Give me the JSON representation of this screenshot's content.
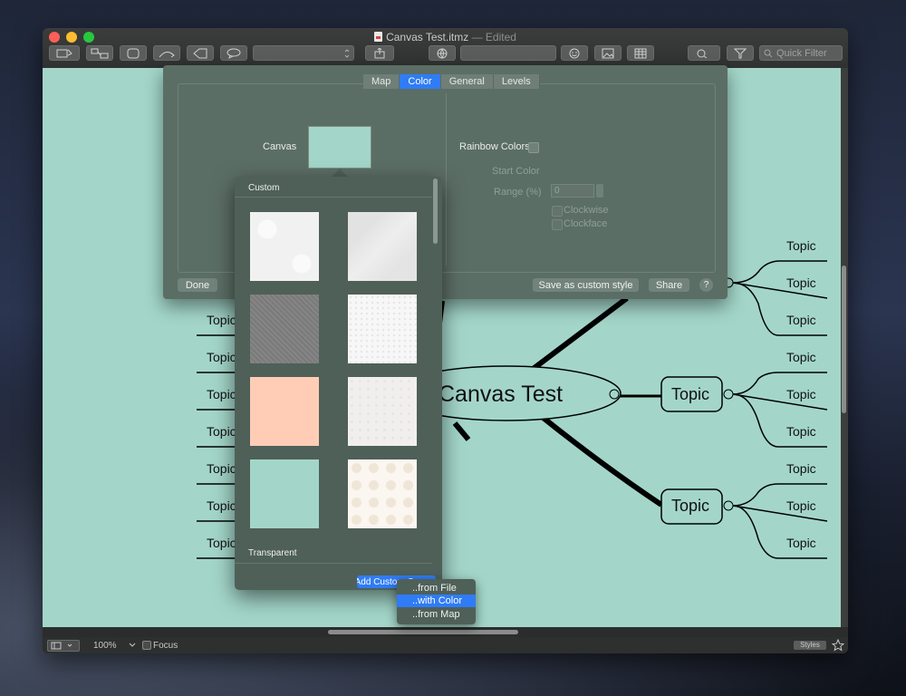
{
  "window": {
    "title": "Canvas Test.itmz",
    "edited": "— Edited"
  },
  "toolbar": {
    "quick_filter_placeholder": "Quick Filter"
  },
  "map": {
    "central_topic": "Canvas Test",
    "topic_label": "Topic",
    "left_topics": [
      "Topic",
      "Topic",
      "Topic",
      "Topic",
      "Topic",
      "Topic",
      "Topic"
    ],
    "right_topics": [
      "Topic",
      "Topic",
      "Topic",
      "Topic",
      "Topic",
      "Topic",
      "Topic",
      "Topic",
      "Topic"
    ]
  },
  "style_panel": {
    "tabs": [
      "Map",
      "Color",
      "General",
      "Levels"
    ],
    "active_tab": "Color",
    "canvas_label": "Canvas",
    "rainbow_colors_label": "Rainbow Colors",
    "start_color_label": "Start Color",
    "range_label": "Range (%)",
    "range_value": "0",
    "clockwise_label": "Clockwise",
    "clockface_label": "Clockface",
    "done_label": "Done",
    "save_custom_label": "Save as custom style",
    "share_label": "Share",
    "help_label": "?"
  },
  "canvas_popover": {
    "custom_label": "Custom",
    "transparent_label": "Transparent",
    "add_custom_label": "Add Custom Canvas",
    "textures": [
      {
        "name": "white-quilted",
        "color": "#f1f1f1"
      },
      {
        "name": "white-rough",
        "color": "#e9e9e9"
      },
      {
        "name": "gray-fabric",
        "color": "#7f7f7f"
      },
      {
        "name": "white-dots",
        "color": "#f7f7f7"
      },
      {
        "name": "peach",
        "color": "#ffcdb6"
      },
      {
        "name": "off-white",
        "color": "#f1efed"
      },
      {
        "name": "mint",
        "color": "#a3d6c9"
      },
      {
        "name": "cream-pattern",
        "color": "#fbf6ef"
      }
    ]
  },
  "dropdown": {
    "items": [
      "..from File",
      "..with Color",
      "..from Map"
    ],
    "selected": "..with Color"
  },
  "statusbar": {
    "zoom": "100%",
    "focus_label": "Focus",
    "styles_label": "Styles"
  },
  "colors": {
    "canvas_bg": "#a3d6c9",
    "panel_bg": "#5b6e65",
    "accent": "#2f7cf6"
  }
}
